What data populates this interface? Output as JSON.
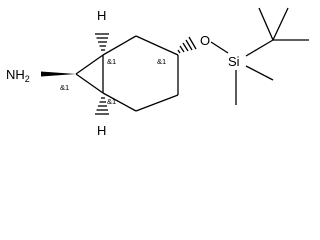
{
  "molecule": {
    "atoms": {
      "amine": "NH",
      "amine_sub": "2",
      "hydrogen_top": "H",
      "hydrogen_bottom": "H",
      "oxygen": "O",
      "silicon": "Si"
    },
    "stereo_labels": {
      "c1": "&1",
      "c2": "&1",
      "c3": "&1",
      "c4": "&1"
    }
  }
}
